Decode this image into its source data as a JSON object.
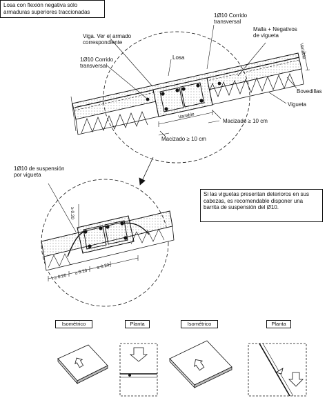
{
  "title_box": "Losa con flexión negativa sólo armaduras superiores traccionadas",
  "note_box": "Si las viguetas presentan deterioros en sus cabezas, es recomendable disponer una barrita de suspensión del Ø10.",
  "labels": {
    "corrido_top": "1Ø10 Corrido transversal",
    "viga": "Viga. Ver el armado correspondiente",
    "malla": "Malla + Negativos de vigueta",
    "corrido_left": "1Ø10 Corrido transversal",
    "losa": "Losa",
    "bovedillas": "Bovedillas",
    "vigueta": "Vigueta",
    "macizado_right": "Macizado ≥ 10 cm",
    "macizado_left": "Macizado ≥ 10 cm",
    "variable_top": "Variable",
    "variable_dim": "Variable",
    "suspension": "1Ø10 de suspensión por vigueta",
    "dim_020_a": "≥ 0.20",
    "dim_020_b": "≥ 0.20",
    "dim_020_c": "≥ 0.20",
    "dim_020_d": "≥ 0.20"
  },
  "legend_tabs": [
    "Isométrico",
    "Planta",
    "Isométrico",
    "Planta"
  ],
  "colors": {
    "ink": "#111111",
    "hatch": "#444444",
    "paper": "#ffffff"
  }
}
